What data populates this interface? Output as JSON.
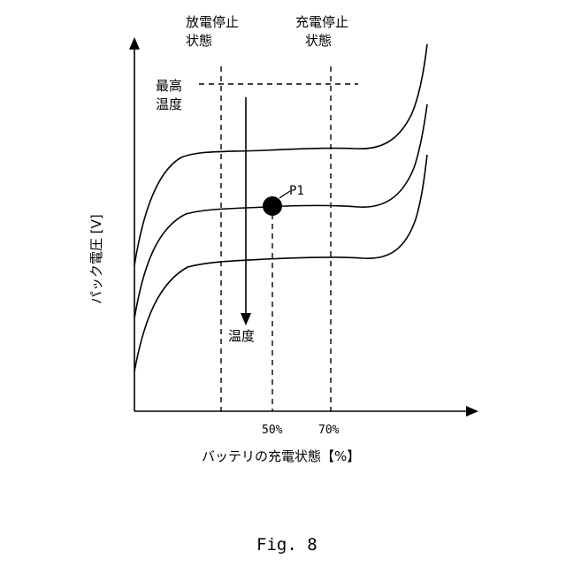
{
  "labels": {
    "discharge_stop_line1": "放電停止",
    "discharge_stop_line2": "状態",
    "charge_stop_line1": "充電停止",
    "charge_stop_line2": "状態",
    "max_temp_line1": "最高",
    "max_temp_line2": "温度",
    "temperature": "温度",
    "point": "P1",
    "tick_50": "50%",
    "tick_70": "70%",
    "y_axis": "パック電圧 [V]",
    "x_axis": "バッテリの充電状態【%】",
    "caption": "Fig. 8"
  },
  "colors": {
    "ink": "#000000",
    "background": "#ffffff"
  }
}
